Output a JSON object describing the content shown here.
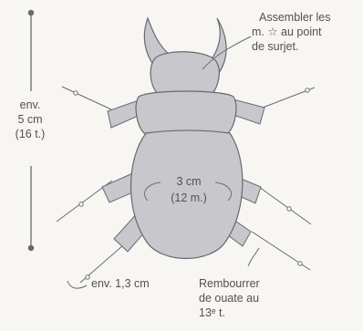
{
  "labels": {
    "assembly_1": "Assembler les",
    "assembly_2": "m. ☆ au point",
    "assembly_3": "de surjet.",
    "height_1": "env.",
    "height_2": "5 cm",
    "height_3": "(16 t.)",
    "width_1": "3 cm",
    "width_2": "(12 m.)",
    "leg_length": "env. 1,3 cm",
    "stuffing_1": "Rembourrer",
    "stuffing_2": "de ouate au",
    "stuffing_3": "13ᵉ t."
  },
  "colors": {
    "body_fill": "#c8c7cc",
    "outline": "#6a6870",
    "text": "#555052",
    "background": "#f7f6f3"
  }
}
